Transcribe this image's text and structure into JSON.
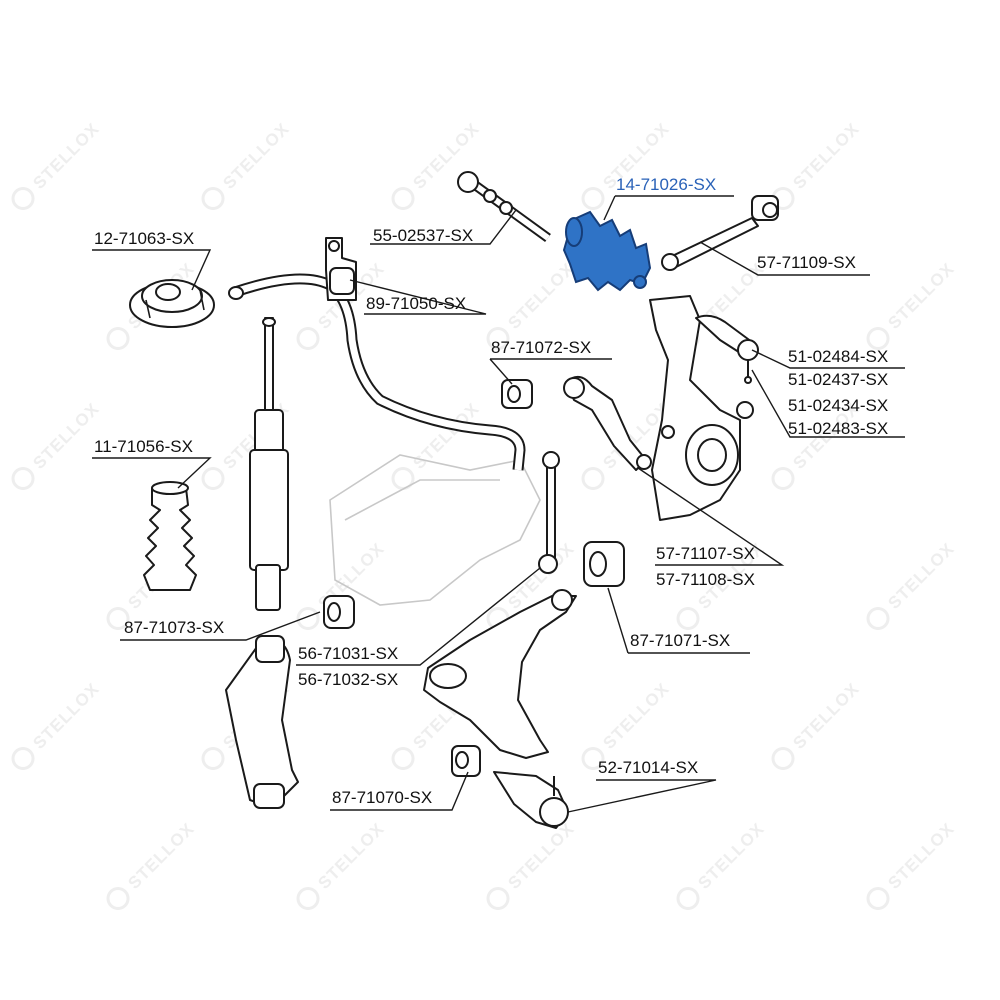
{
  "watermark": {
    "text": "STELLOX"
  },
  "highlight_color": "#2f73c6",
  "labels": {
    "p_12_71063": "12-71063-SX",
    "p_55_02537": "55-02537-SX",
    "p_14_71026": "14-71026-SX",
    "p_57_71109": "57-71109-SX",
    "p_89_71050": "89-71050-SX",
    "p_87_71072": "87-71072-SX",
    "p_51_02484": "51-02484-SX",
    "p_51_02437": "51-02437-SX",
    "p_51_02434": "51-02434-SX",
    "p_51_02483": "51-02483-SX",
    "p_11_71056": "11-71056-SX",
    "p_57_71107": "57-71107-SX",
    "p_57_71108": "57-71108-SX",
    "p_87_71073": "87-71073-SX",
    "p_87_71071": "87-71071-SX",
    "p_56_71031": "56-71031-SX",
    "p_56_71032": "56-71032-SX",
    "p_52_71014": "52-71014-SX",
    "p_87_71070": "87-71070-SX"
  }
}
